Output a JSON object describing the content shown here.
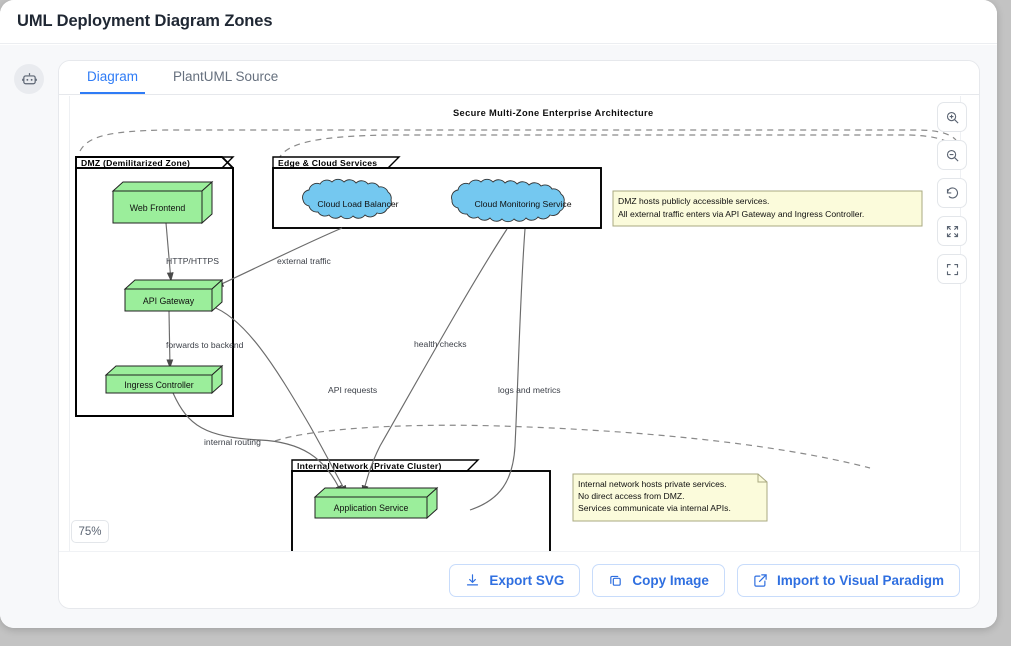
{
  "header": {
    "title": "UML Deployment Diagram Zones"
  },
  "sidebar": {
    "bot_icon": "robot-icon"
  },
  "tabs": [
    {
      "label": "Diagram",
      "active": true
    },
    {
      "label": "PlantUML Source",
      "active": false
    }
  ],
  "viewer": {
    "zoom_level": "75%",
    "controls": [
      {
        "name": "zoom-in-icon",
        "label": "Zoom in"
      },
      {
        "name": "zoom-out-icon",
        "label": "Zoom out"
      },
      {
        "name": "reset-zoom-icon",
        "label": "Reset zoom"
      },
      {
        "name": "fit-to-screen-icon",
        "label": "Fit to screen"
      },
      {
        "name": "fullscreen-icon",
        "label": "Fullscreen"
      }
    ]
  },
  "diagram": {
    "title": "Secure Multi-Zone Enterprise Architecture",
    "zones": [
      {
        "id": "dmz",
        "label": "DMZ (Demilitarized Zone)"
      },
      {
        "id": "edge",
        "label": "Edge & Cloud Services"
      },
      {
        "id": "internal",
        "label": "Internal Network (Private Cluster)"
      }
    ],
    "nodes": [
      {
        "id": "web-frontend",
        "label": "Web Frontend",
        "shape": "node3d",
        "color": "#90EE90",
        "zone": "dmz"
      },
      {
        "id": "api-gateway",
        "label": "API Gateway",
        "shape": "node3d",
        "color": "#90EE90",
        "zone": "dmz"
      },
      {
        "id": "ingress-controller",
        "label": "Ingress Controller",
        "shape": "node3d",
        "color": "#90EE90",
        "zone": "dmz"
      },
      {
        "id": "cloud-load-balancer",
        "label": "Cloud Load Balancer",
        "shape": "cloud",
        "color": "#74C8F0",
        "zone": "edge"
      },
      {
        "id": "cloud-monitoring-service",
        "label": "Cloud Monitoring Service",
        "shape": "cloud",
        "color": "#74C8F0",
        "zone": "edge"
      },
      {
        "id": "application-service",
        "label": "Application Service",
        "shape": "node3d",
        "color": "#90EE90",
        "zone": "internal"
      }
    ],
    "edges": [
      {
        "id": "e1",
        "label": "HTTP/HTTPS",
        "from": "web-frontend",
        "to": "api-gateway"
      },
      {
        "id": "e2",
        "label": "forwards to backend",
        "from": "api-gateway",
        "to": "ingress-controller"
      },
      {
        "id": "e3",
        "label": "external traffic",
        "from": "cloud-load-balancer",
        "to": "api-gateway"
      },
      {
        "id": "e4",
        "label": "internal routing",
        "from": "ingress-controller",
        "to": "application-service"
      },
      {
        "id": "e5",
        "label": "API requests",
        "from": "api-gateway",
        "to": "application-service"
      },
      {
        "id": "e6",
        "label": "health checks",
        "from": "cloud-monitoring-service",
        "to": "application-service"
      },
      {
        "id": "e7",
        "label": "logs and metrics",
        "from": "cloud-monitoring-service",
        "to": "application-service"
      }
    ],
    "notes": [
      {
        "id": "note-dmz",
        "lines": [
          "DMZ hosts publicly accessible services.",
          "All external traffic enters via API Gateway and Ingress Controller."
        ]
      },
      {
        "id": "note-internal",
        "lines": [
          "Internal network hosts private services.",
          "No direct access from DMZ.",
          "Services communicate via internal APIs."
        ]
      }
    ],
    "colors": {
      "note_fill": "#FBFBDB",
      "note_border": "#A9A980",
      "node_fill": "#90EE90",
      "cloud_fill": "#74C8F0",
      "line": "#6b6b6b"
    }
  },
  "actions": [
    {
      "id": "export-svg",
      "label": "Export SVG",
      "icon": "download-icon"
    },
    {
      "id": "copy-image",
      "label": "Copy Image",
      "icon": "copy-icon"
    },
    {
      "id": "import-visual-paradigm",
      "label": "Import to Visual Paradigm",
      "icon": "external-link-icon"
    }
  ],
  "theme": {
    "accent": "#2f7cf6",
    "page_bg": "#c3c3c3",
    "card_bg": "#ffffff"
  }
}
